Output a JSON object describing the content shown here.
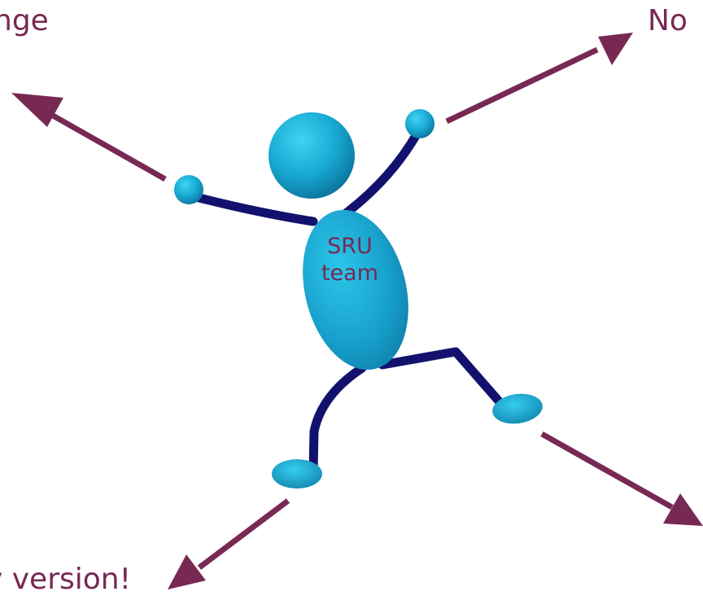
{
  "labels": {
    "top_left": "nge",
    "top_right": "No",
    "bottom_left": "y version!"
  },
  "figure": {
    "body_text_line1": "SRU",
    "body_text_line2": "team"
  },
  "colors": {
    "arrow": "#772953",
    "limb": "#12126e",
    "body_light": "#25c3e8",
    "body_dark": "#0c7fa8",
    "text": "#772953"
  }
}
